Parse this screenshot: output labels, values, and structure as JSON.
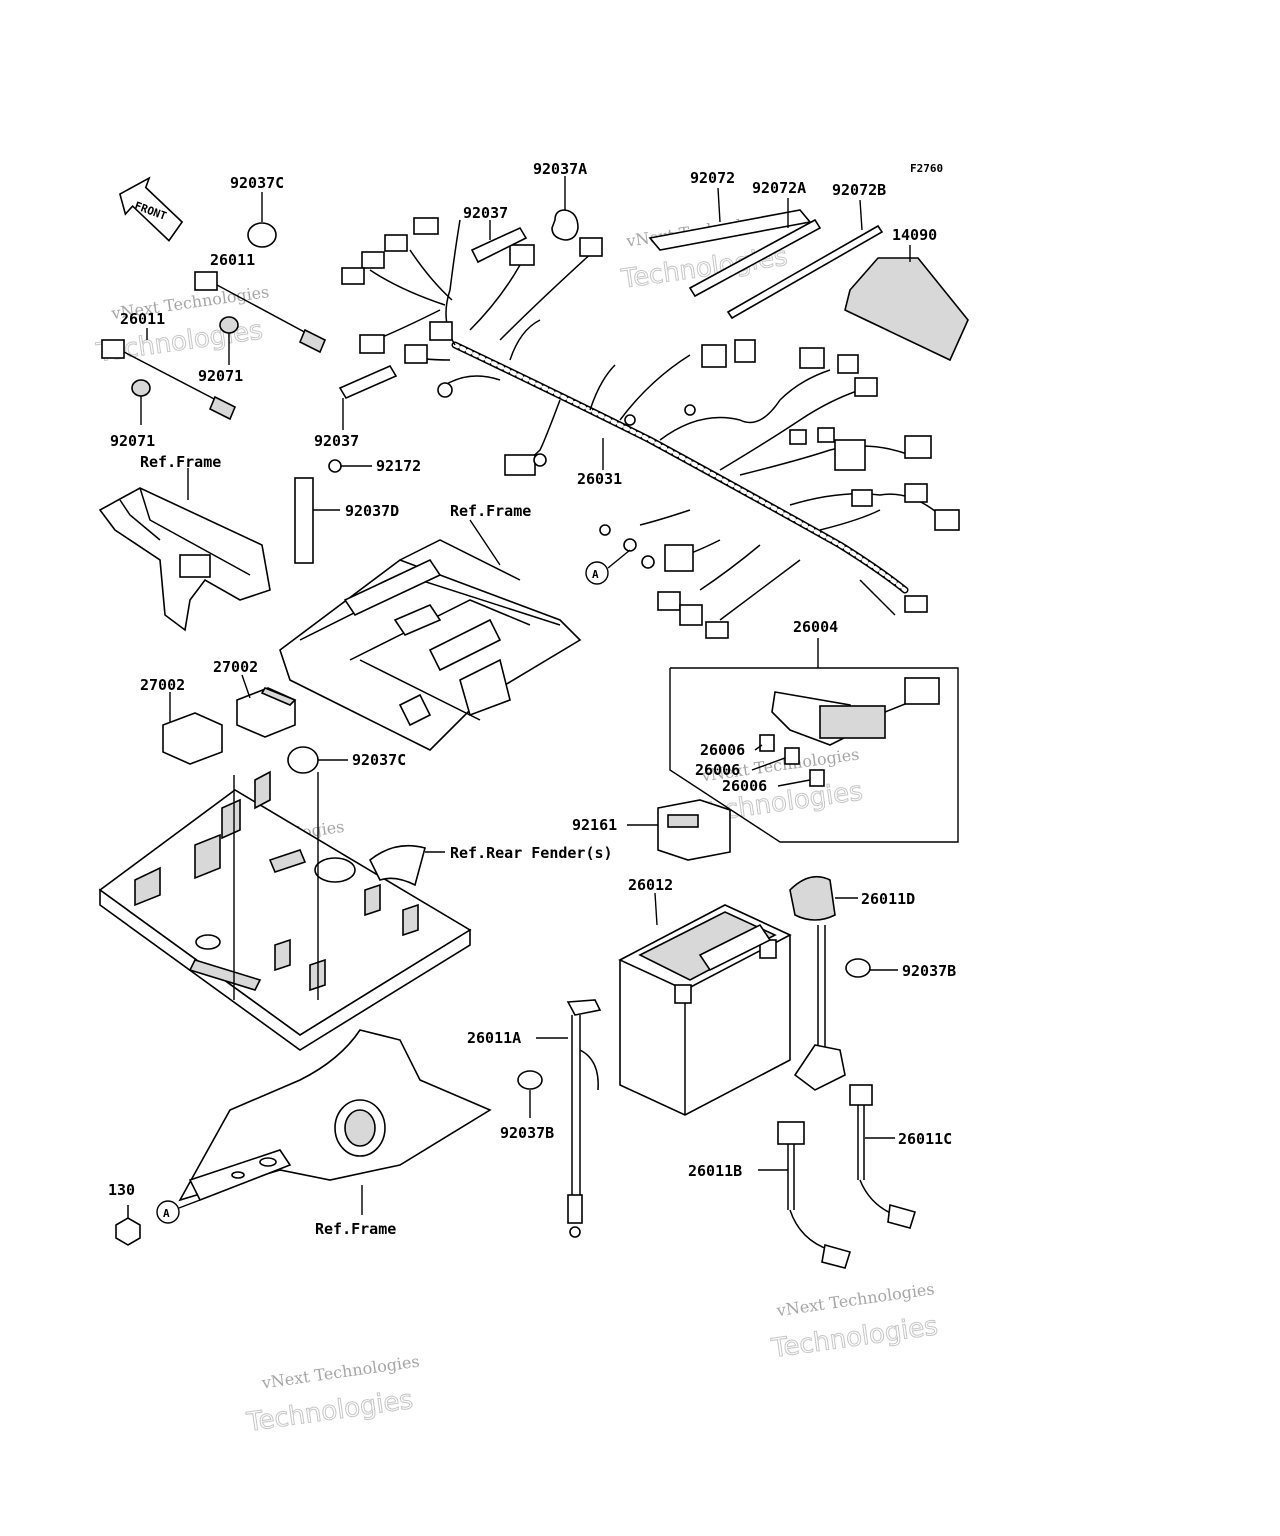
{
  "figure_code": "F2760",
  "front_label": "FRONT",
  "circle_marker": "A",
  "watermark": {
    "line1": "vNext Technologies",
    "line2": "Technologies"
  },
  "parts": {
    "p92037C_top": "92037C",
    "p92037A": "92037A",
    "p92072": "92072",
    "p92072A": "92072A",
    "p92072B": "92072B",
    "p14090": "14090",
    "p92037_top": "92037",
    "p26011_a": "26011",
    "p26011_b": "26011",
    "p92071_a": "92071",
    "p92071_b": "92071",
    "p92037_mid": "92037",
    "p92172": "92172",
    "p92037D": "92037D",
    "p26031": "26031",
    "p26004": "26004",
    "p27002_a": "27002",
    "p27002_b": "27002",
    "p92037C_mid": "92037C",
    "p26006_a": "26006",
    "p26006_b": "26006",
    "p26006_c": "26006",
    "p92161": "92161",
    "p26012": "26012",
    "p26011D": "26011D",
    "p92037B_right": "92037B",
    "p26011A": "26011A",
    "p92037B_mid": "92037B",
    "p26011C": "26011C",
    "p26011B": "26011B",
    "p130": "130"
  },
  "refs": {
    "frame_left": "Ref.Frame",
    "frame_mid": "Ref.Frame",
    "rear_fender": "Ref.Rear Fender(s)",
    "frame_bottom": "Ref.Frame"
  }
}
